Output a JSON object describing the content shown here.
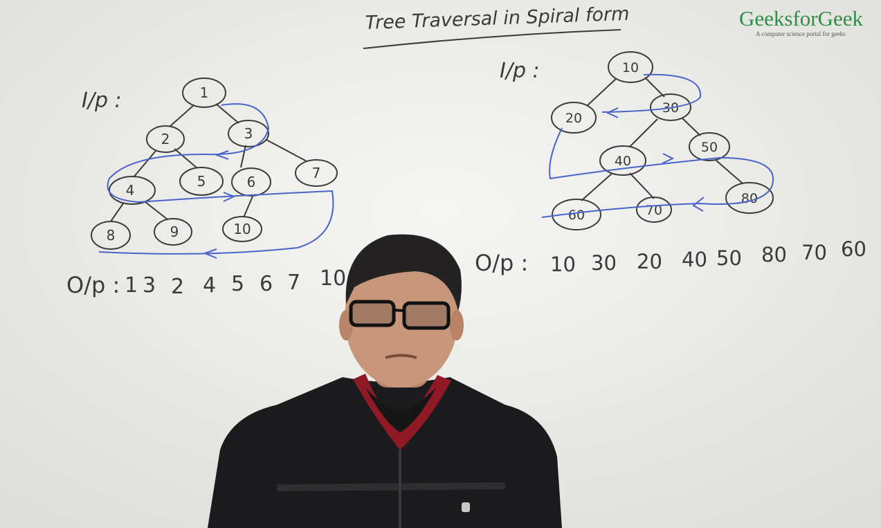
{
  "title": "Tree Traversal in Spiral form",
  "logo": {
    "name": "GeeksforGeek",
    "tagline": "A computer science portal for geeks"
  },
  "left_example": {
    "input_label": "I/p :",
    "nodes": [
      "1",
      "2",
      "3",
      "4",
      "5",
      "6",
      "7",
      "8",
      "9",
      "10"
    ],
    "output_label": "O/p :",
    "output": [
      "1",
      "3",
      "2",
      "4",
      "5",
      "6",
      "7",
      "10"
    ]
  },
  "right_example": {
    "input_label": "I/p :",
    "nodes": [
      "10",
      "20",
      "30",
      "40",
      "50",
      "60",
      "70",
      "80"
    ],
    "output_label": "O/p :",
    "output": [
      "10",
      "30",
      "20",
      "40",
      "50",
      "80",
      "70",
      "60"
    ]
  },
  "colors": {
    "board": "#e9e9e6",
    "marker": "#3a3a3a",
    "arrow": "#4a63c9",
    "logo": "#2f8d46",
    "jacket": "#1b1b1d",
    "collar": "#8f1a25"
  }
}
